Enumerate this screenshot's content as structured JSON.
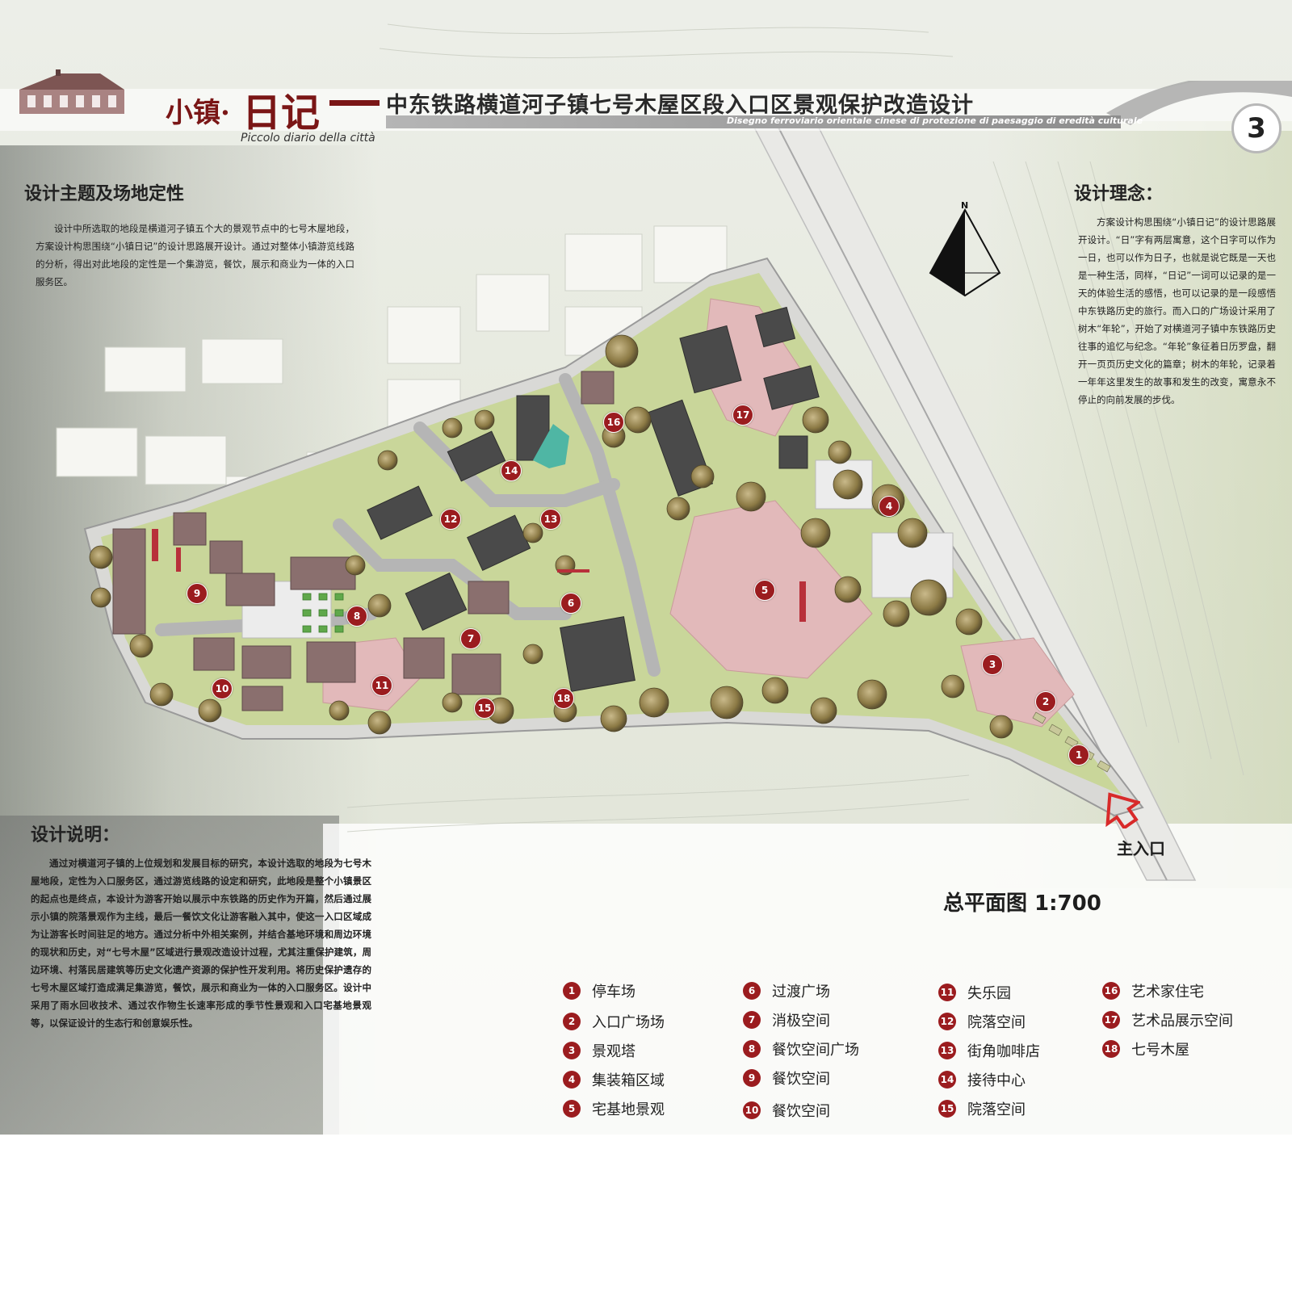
{
  "header": {
    "title_small": "小镇·",
    "title_big": "日记",
    "subtitle_cn": "中东铁路横道河子镇七号木屋区段入口区景观保护改造设计",
    "subtitle_it": "Disegno ferroviario orientale cinese di protezione di paesaggio di eredità culturale",
    "tagline_it": "Piccolo diario della città",
    "page_number": "3"
  },
  "sections": {
    "theme": {
      "title": "设计主题及场地定性",
      "text": "设计中所选取的地段是横道河子镇五个大的景观节点中的七号木屋地段，方案设计构思围绕“小镇日记”的设计思路展开设计。通过对整体小镇游览线路的分析，得出对此地段的定性是一个集游览，餐饮，展示和商业为一体的入口服务区。"
    },
    "concept": {
      "title": "设计理念：",
      "text": "方案设计构思围绕“小镇日记”的设计思路展开设计。“日”字有两层寓意，这个日字可以作为一日，也可以作为日子，也就是说它既是一天也是一种生活，同样，“日记”一词可以记录的是一天的体验生活的感悟，也可以记录的是一段感悟中东铁路历史的旅行。而入口的广场设计采用了树木“年轮”，开始了对横道河子镇中东铁路历史往事的追忆与纪念。“年轮”象征着日历罗盘，翻开一页页历史文化的篇章；树木的年轮，记录着一年年这里发生的故事和发生的改变，寓意永不停止的向前发展的步伐。"
    },
    "description": {
      "title": "设计说明：",
      "text": "通过对横道河子镇的上位规划和发展目标的研究，本设计选取的地段为七号木屋地段，定性为入口服务区，通过游览线路的设定和研究，此地段是整个小镇景区的起点也是终点，本设计为游客开始以展示中东铁路的历史作为开篇，然后通过展示小镇的院落景观作为主线，最后一餐饮文化让游客融入其中，使这一入口区域成为让游客长时间驻足的地方。通过分析中外相关案例，并结合基地环境和周边环境的现状和历史，对“七号木屋”区域进行景观改造设计过程，尤其注重保护建筑，周边环境、村落民居建筑等历史文化遗产资源的保护性开发利用。将历史保护遗存的七号木屋区域打造成满足集游览，餐饮，展示和商业为一体的入口服务区。设计中采用了雨水回收技术、通过农作物生长速率形成的季节性景观和入口宅基地景观等，以保证设计的生态行和创意娱乐性。"
    }
  },
  "map": {
    "north_label": "N",
    "scale_title": "总平面图 1:700",
    "entrance_label": "主入口",
    "markers": [
      "1",
      "2",
      "3",
      "4",
      "5",
      "6",
      "7",
      "8",
      "9",
      "10",
      "11",
      "12",
      "13",
      "14",
      "15",
      "16",
      "17",
      "18"
    ]
  },
  "legend": [
    {
      "num": "1",
      "label": "停车场"
    },
    {
      "num": "2",
      "label": "入口广场场"
    },
    {
      "num": "3",
      "label": "景观塔"
    },
    {
      "num": "4",
      "label": "集装箱区域"
    },
    {
      "num": "5",
      "label": "宅基地景观"
    },
    {
      "num": "6",
      "label": "过渡广场"
    },
    {
      "num": "7",
      "label": "消极空间"
    },
    {
      "num": "8",
      "label": "餐饮空间广场"
    },
    {
      "num": "9",
      "label": "餐饮空间"
    },
    {
      "num": "10",
      "label": "餐饮空间"
    },
    {
      "num": "11",
      "label": "失乐园"
    },
    {
      "num": "12",
      "label": "院落空间"
    },
    {
      "num": "13",
      "label": "街角咖啡店"
    },
    {
      "num": "14",
      "label": "接待中心"
    },
    {
      "num": "15",
      "label": "院落空间"
    },
    {
      "num": "16",
      "label": "艺术家住宅"
    },
    {
      "num": "17",
      "label": "艺术品展示空间"
    },
    {
      "num": "18",
      "label": "七号木屋"
    }
  ],
  "colors": {
    "accent": "#9b1c1f",
    "title": "#7a1616",
    "grass": "#c9d69a",
    "plaza_pink": "#e2b9ba",
    "building_dark": "#4a4a4a",
    "building_brown": "#8a6f6e",
    "road": "#e4e4e4"
  }
}
